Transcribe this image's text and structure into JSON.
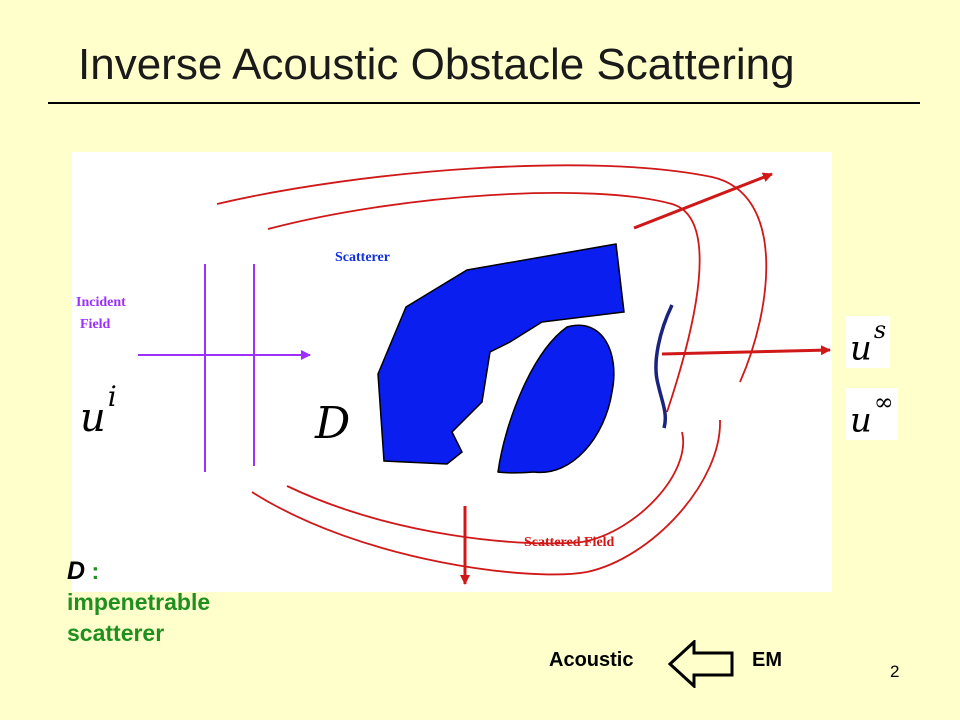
{
  "slide": {
    "title": "Inverse Acoustic Obstacle Scattering",
    "page_number": "2"
  },
  "diagram": {
    "scatterer_label": "Scatterer",
    "incident_label_line1": "Incident",
    "incident_label_line2": "Field",
    "scattered_label": "Scattered Field",
    "domain_symbol": "D",
    "incident_symbol_base": "u",
    "incident_symbol_sup": "i",
    "scattered_symbol_base": "u",
    "scattered_symbol_sup": "s",
    "farfield_symbol_base": "u",
    "farfield_symbol_sup": "∞",
    "colors": {
      "scatterer_fill": "#0A1EF0",
      "label_blue": "#1030E0",
      "wave_red": "#D01818",
      "incident_purple": "#9B30FF",
      "receiver_navy": "#1A237E"
    }
  },
  "description": {
    "symbol": "D",
    "separator": " :",
    "line1": "impenetrable",
    "line2": "scatterer",
    "color": "#1F8F1F"
  },
  "footer": {
    "left_label": "Acoustic",
    "right_label": "EM",
    "arrow_icon": "left-arrow-outline-icon"
  }
}
